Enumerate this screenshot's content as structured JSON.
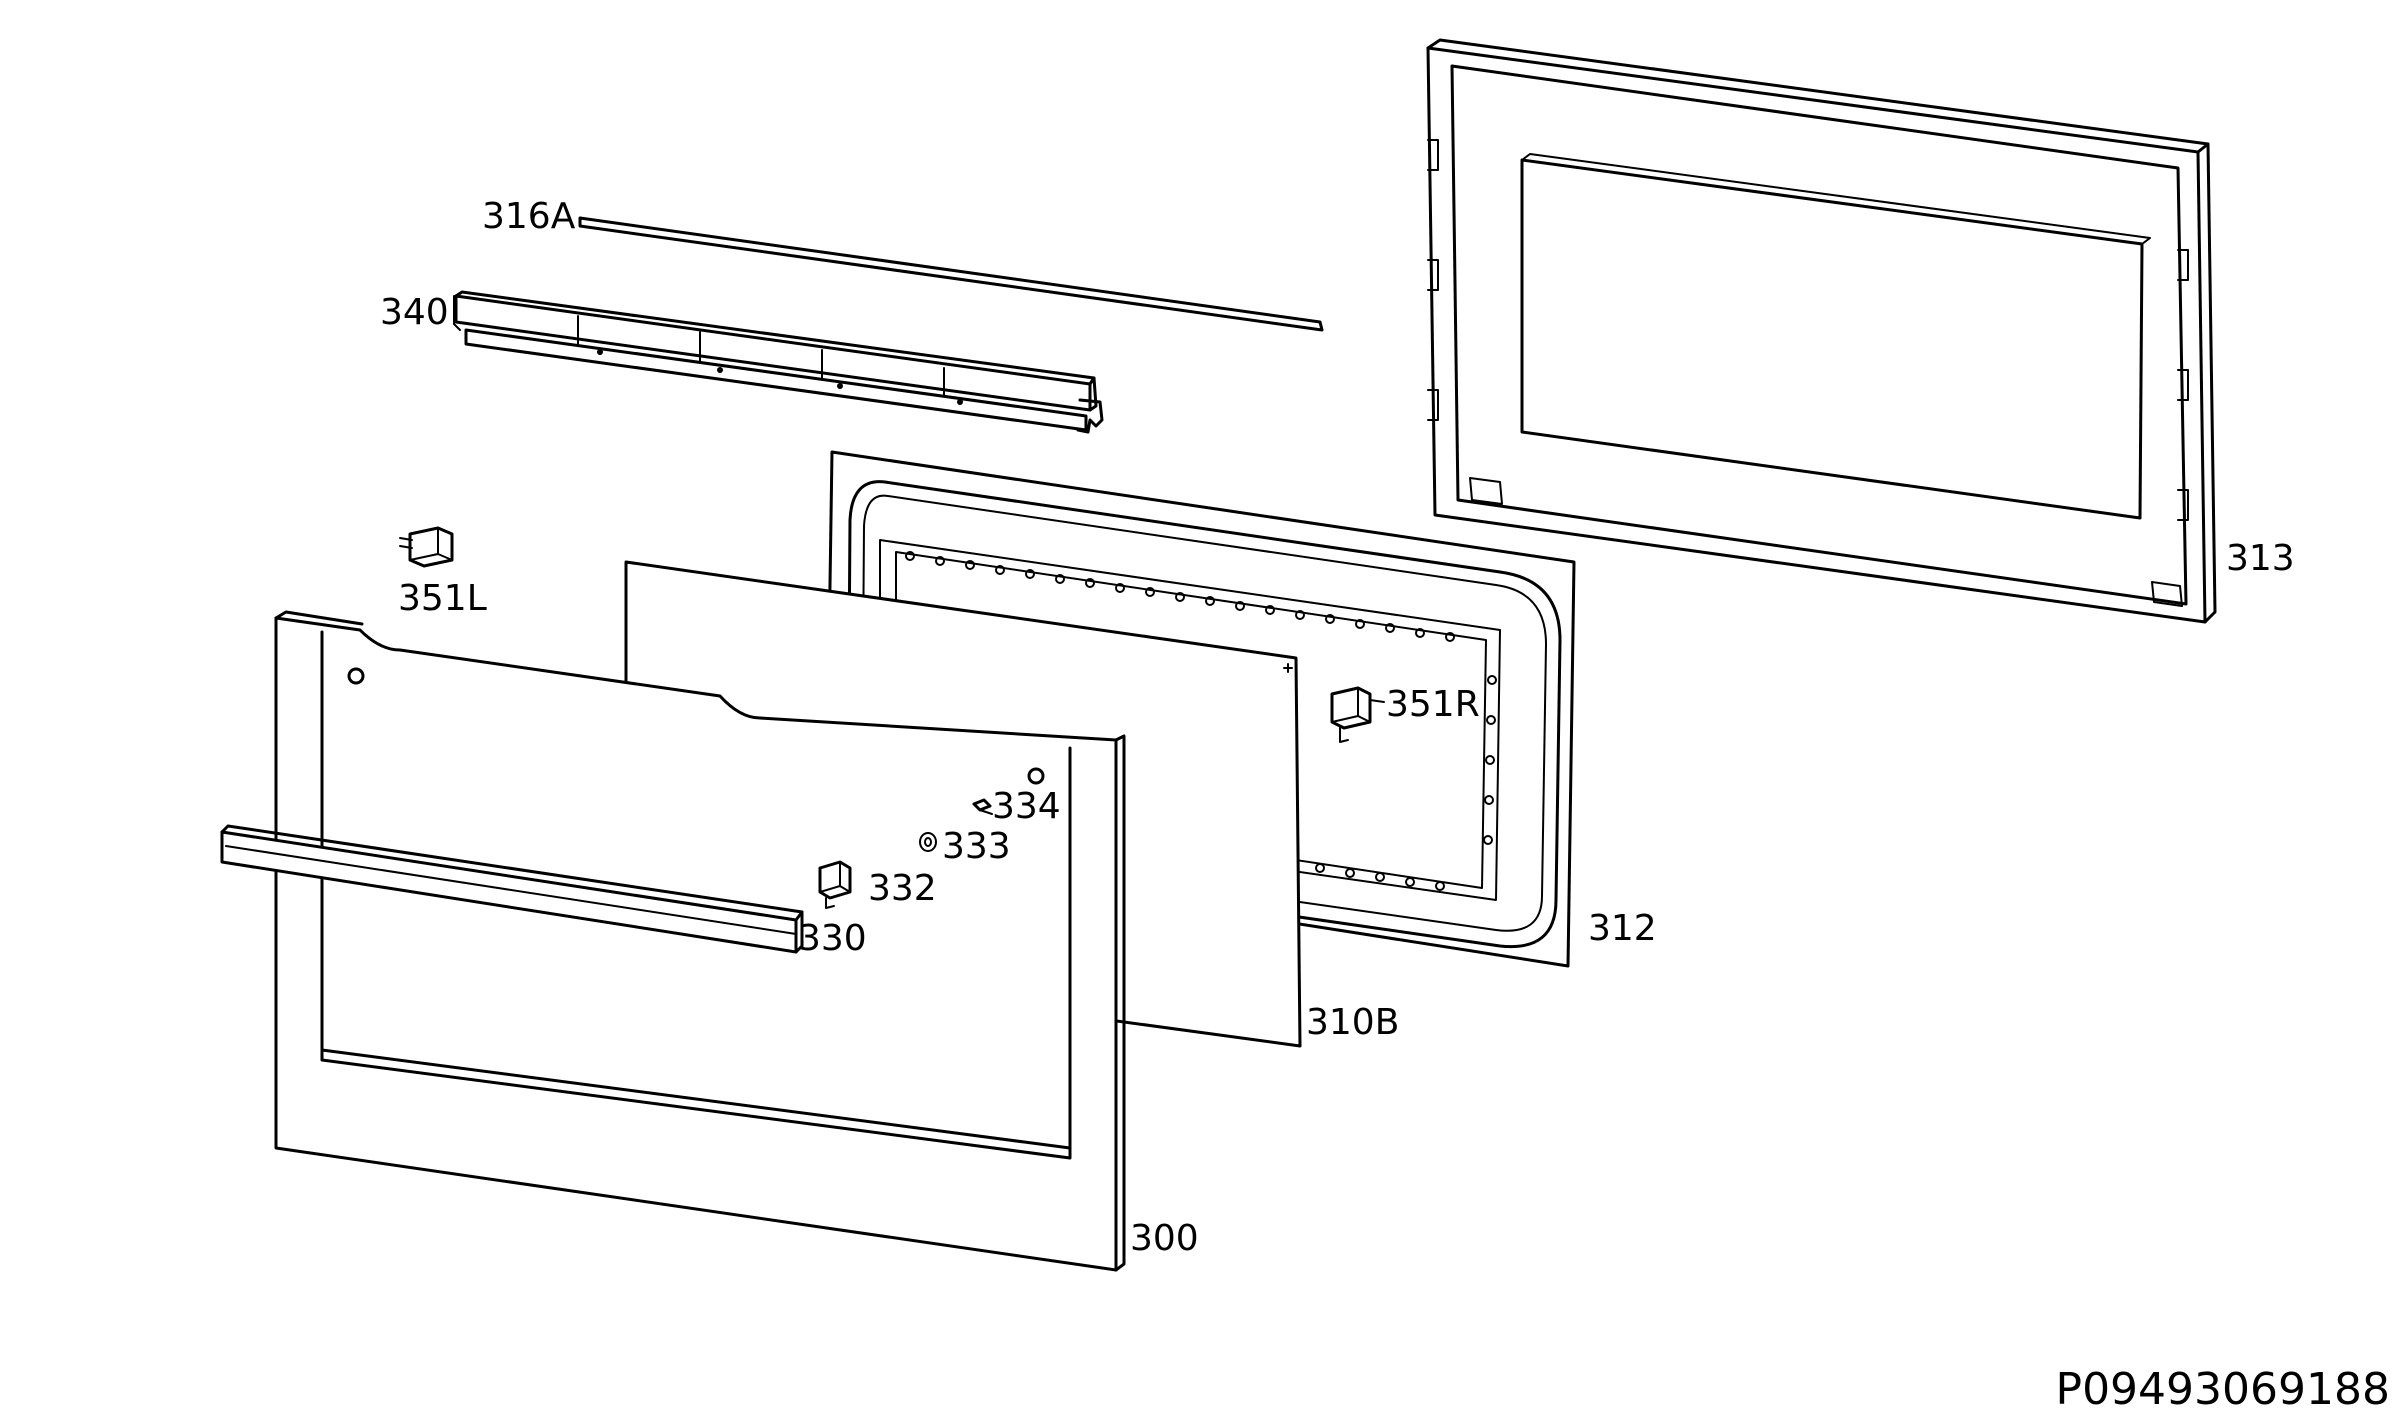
{
  "diagram": {
    "labels": {
      "p316A": "316A",
      "p340": "340",
      "p351L": "351L",
      "p313": "313",
      "p351R": "351R",
      "p334": "334",
      "p333": "333",
      "p332": "332",
      "p330": "330",
      "p312": "312",
      "p310B": "310B",
      "p300": "300"
    },
    "drawing_code": "P09493069188"
  }
}
